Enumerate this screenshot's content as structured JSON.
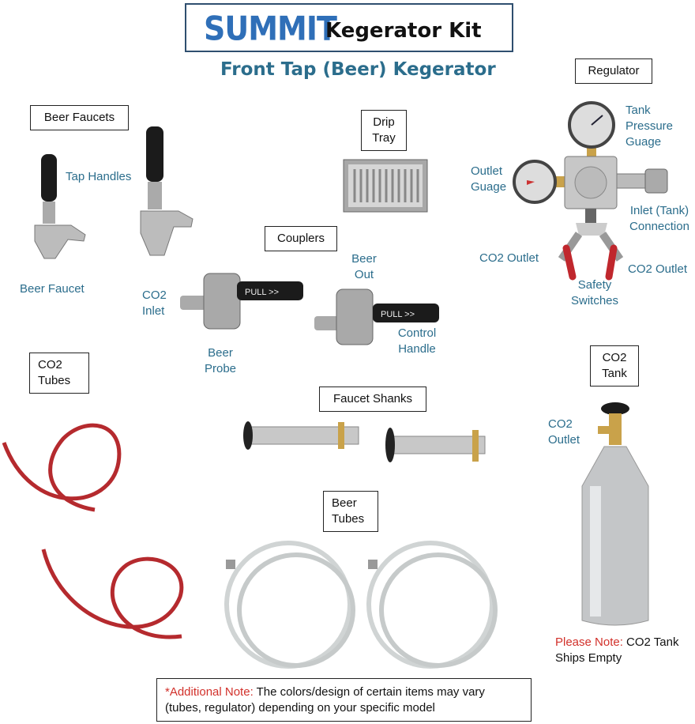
{
  "header": {
    "logo_text": "SUMMIT",
    "title": "Kegerator Kit",
    "subtitle": "Front Tap (Beer) Kegerator"
  },
  "sections": {
    "beer_faucets": "Beer Faucets",
    "drip_tray": "Drip Tray",
    "couplers": "Couplers",
    "regulator": "Regulator",
    "co2_tubes": "CO2 Tubes",
    "faucet_shanks": "Faucet Shanks",
    "beer_tubes": "Beer Tubes",
    "co2_tank": "CO2 Tank"
  },
  "callouts": {
    "tap_handles": "Tap Handles",
    "beer_faucet": "Beer Faucet",
    "co2_inlet": "CO2 Inlet",
    "beer_probe": "Beer Probe",
    "beer_out": "Beer Out",
    "control_handle": "Control Handle",
    "pull_text": "PULL >>",
    "tank_pressure_gauge": "Tank Pressure Guage",
    "outlet_gauge": "Outlet Guage",
    "inlet_connection": "Inlet (Tank) Connection",
    "co2_outlet_left": "CO2 Outlet",
    "co2_outlet_right": "CO2 Outlet",
    "safety_switches": "Safety Switches",
    "tank_co2_outlet": "CO2 Outlet"
  },
  "notes": {
    "tank_note_prefix": "Please Note:",
    "tank_note_text": " CO2 Tank Ships Empty",
    "additional_prefix": "*Additional Note:",
    "additional_text": " The colors/design  of certain items may vary (tubes, regulator) depending on your specific model"
  },
  "colors": {
    "brand_blue": "#2f6fb8",
    "label_teal": "#2b6d8c",
    "note_red": "#d2312b",
    "header_border": "#2f4f6f"
  }
}
